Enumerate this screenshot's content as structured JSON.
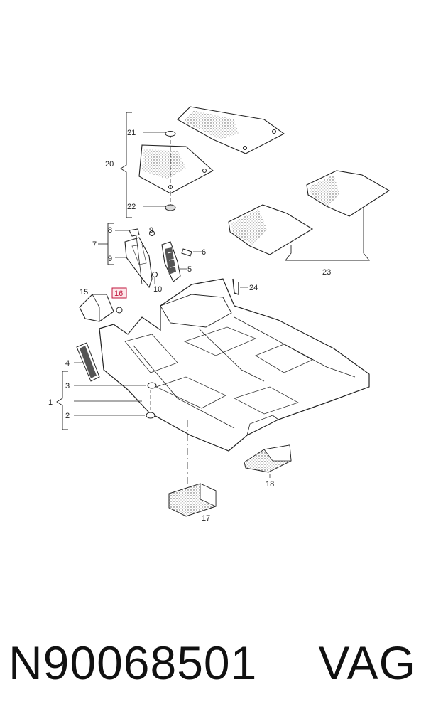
{
  "callouts": {
    "c1": "1",
    "c2": "2",
    "c3": "3",
    "c4": "4",
    "c5": "5",
    "c6": "6",
    "c7": "7",
    "c8": "8",
    "c9a": "9",
    "c9b": "9",
    "c10": "10",
    "c15": "15",
    "c16": "16",
    "c17": "17",
    "c18": "18",
    "c20": "20",
    "c21": "21",
    "c22": "22",
    "c23": "23",
    "c24": "24"
  },
  "highlight": {
    "part": "16",
    "color": "#c0143c",
    "box_fill": "#fde7ea"
  },
  "footer": {
    "part_number": "N90068501",
    "brand": "VAG"
  }
}
